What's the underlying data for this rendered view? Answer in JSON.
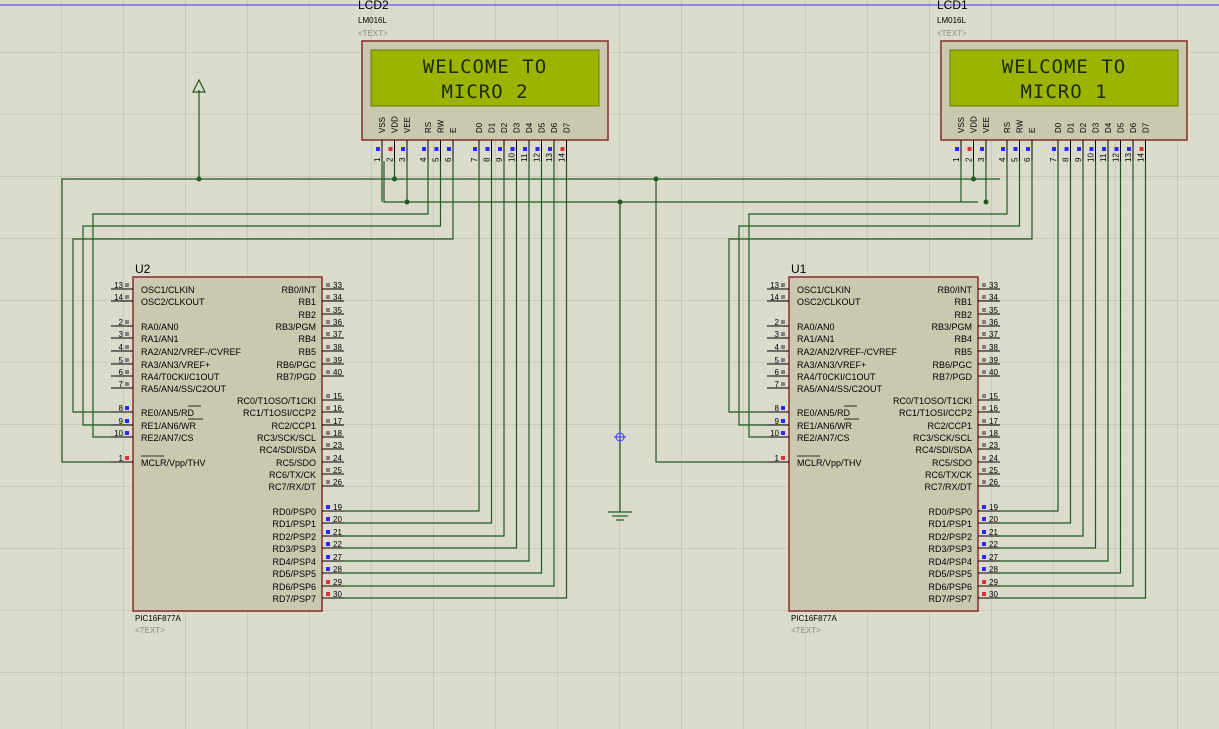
{
  "colors": {
    "background": "#dcdccc",
    "grid": "#c2c2b2",
    "body_fill": "#c9c9b0",
    "body_stroke": "#8b2a2a",
    "wire": "#1f5a1f",
    "lcd_screen": "#9cb300",
    "pin_blue": "#2a2aff",
    "pin_red": "#e03030",
    "pin_grey": "#808080"
  },
  "lcds": [
    {
      "id": "lcd2",
      "ref": "LCD2",
      "model": "LM016L",
      "text_tag": "<TEXT>",
      "line1": "WELCOME TO",
      "line2": "MICRO 2"
    },
    {
      "id": "lcd1",
      "ref": "LCD1",
      "model": "LM016L",
      "text_tag": "<TEXT>",
      "line1": "WELCOME TO",
      "line2": "MICRO 1"
    }
  ],
  "lcd_pin_labels": [
    "VSS",
    "VDD",
    "VEE",
    "RS",
    "RW",
    "E",
    "D0",
    "D1",
    "D2",
    "D3",
    "D4",
    "D5",
    "D6",
    "D7"
  ],
  "lcd_pin_numbers": [
    "1",
    "2",
    "3",
    "4",
    "5",
    "6",
    "7",
    "8",
    "9",
    "10",
    "11",
    "12",
    "13",
    "14"
  ],
  "mcus": [
    {
      "id": "u2",
      "ref": "U2",
      "part": "PIC16F877A",
      "text_tag": "<TEXT>"
    },
    {
      "id": "u1",
      "ref": "U1",
      "part": "PIC16F877A",
      "text_tag": "<TEXT>"
    }
  ],
  "mcu_left_pins": [
    {
      "num": "13",
      "label": "OSC1/CLKIN",
      "kind": "grey"
    },
    {
      "num": "14",
      "label": "OSC2/CLKOUT",
      "kind": "grey"
    },
    {
      "num": "2",
      "label": "RA0/AN0",
      "kind": "grey"
    },
    {
      "num": "3",
      "label": "RA1/AN1",
      "kind": "grey"
    },
    {
      "num": "4",
      "label": "RA2/AN2/VREF-/CVREF",
      "kind": "grey"
    },
    {
      "num": "5",
      "label": "RA3/AN3/VREF+",
      "kind": "grey"
    },
    {
      "num": "6",
      "label": "RA4/T0CKI/C1OUT",
      "kind": "grey"
    },
    {
      "num": "7",
      "label": "RA5/AN4/SS/C2OUT",
      "kind": "grey"
    },
    {
      "num": "8",
      "label": "RE0/AN5/RD",
      "kind": "blue"
    },
    {
      "num": "9",
      "label": "RE1/AN6/WR",
      "kind": "blue"
    },
    {
      "num": "10",
      "label": "RE2/AN7/CS",
      "kind": "blue"
    },
    {
      "num": "1",
      "label": "MCLR/Vpp/THV",
      "kind": "red"
    }
  ],
  "mcu_right_pins": [
    {
      "num": "33",
      "label": "RB0/INT",
      "kind": "grey"
    },
    {
      "num": "34",
      "label": "RB1",
      "kind": "grey"
    },
    {
      "num": "35",
      "label": "RB2",
      "kind": "grey"
    },
    {
      "num": "36",
      "label": "RB3/PGM",
      "kind": "grey"
    },
    {
      "num": "37",
      "label": "RB4",
      "kind": "grey"
    },
    {
      "num": "38",
      "label": "RB5",
      "kind": "grey"
    },
    {
      "num": "39",
      "label": "RB6/PGC",
      "kind": "grey"
    },
    {
      "num": "40",
      "label": "RB7/PGD",
      "kind": "grey"
    },
    {
      "num": "15",
      "label": "RC0/T1OSO/T1CKI",
      "kind": "grey"
    },
    {
      "num": "16",
      "label": "RC1/T1OSI/CCP2",
      "kind": "grey"
    },
    {
      "num": "17",
      "label": "RC2/CCP1",
      "kind": "grey"
    },
    {
      "num": "18",
      "label": "RC3/SCK/SCL",
      "kind": "grey"
    },
    {
      "num": "23",
      "label": "RC4/SDI/SDA",
      "kind": "grey"
    },
    {
      "num": "24",
      "label": "RC5/SDO",
      "kind": "grey"
    },
    {
      "num": "25",
      "label": "RC6/TX/CK",
      "kind": "grey"
    },
    {
      "num": "26",
      "label": "RC7/RX/DT",
      "kind": "grey"
    },
    {
      "num": "19",
      "label": "RD0/PSP0",
      "kind": "blue"
    },
    {
      "num": "20",
      "label": "RD1/PSP1",
      "kind": "blue"
    },
    {
      "num": "21",
      "label": "RD2/PSP2",
      "kind": "blue"
    },
    {
      "num": "22",
      "label": "RD3/PSP3",
      "kind": "blue"
    },
    {
      "num": "27",
      "label": "RD4/PSP4",
      "kind": "blue"
    },
    {
      "num": "28",
      "label": "RD5/PSP5",
      "kind": "blue"
    },
    {
      "num": "29",
      "label": "RD6/PSP6",
      "kind": "red"
    },
    {
      "num": "30",
      "label": "RD7/PSP7",
      "kind": "red"
    }
  ],
  "symbols": [
    "power-terminal-icon",
    "ground-icon",
    "origin-marker-icon"
  ]
}
